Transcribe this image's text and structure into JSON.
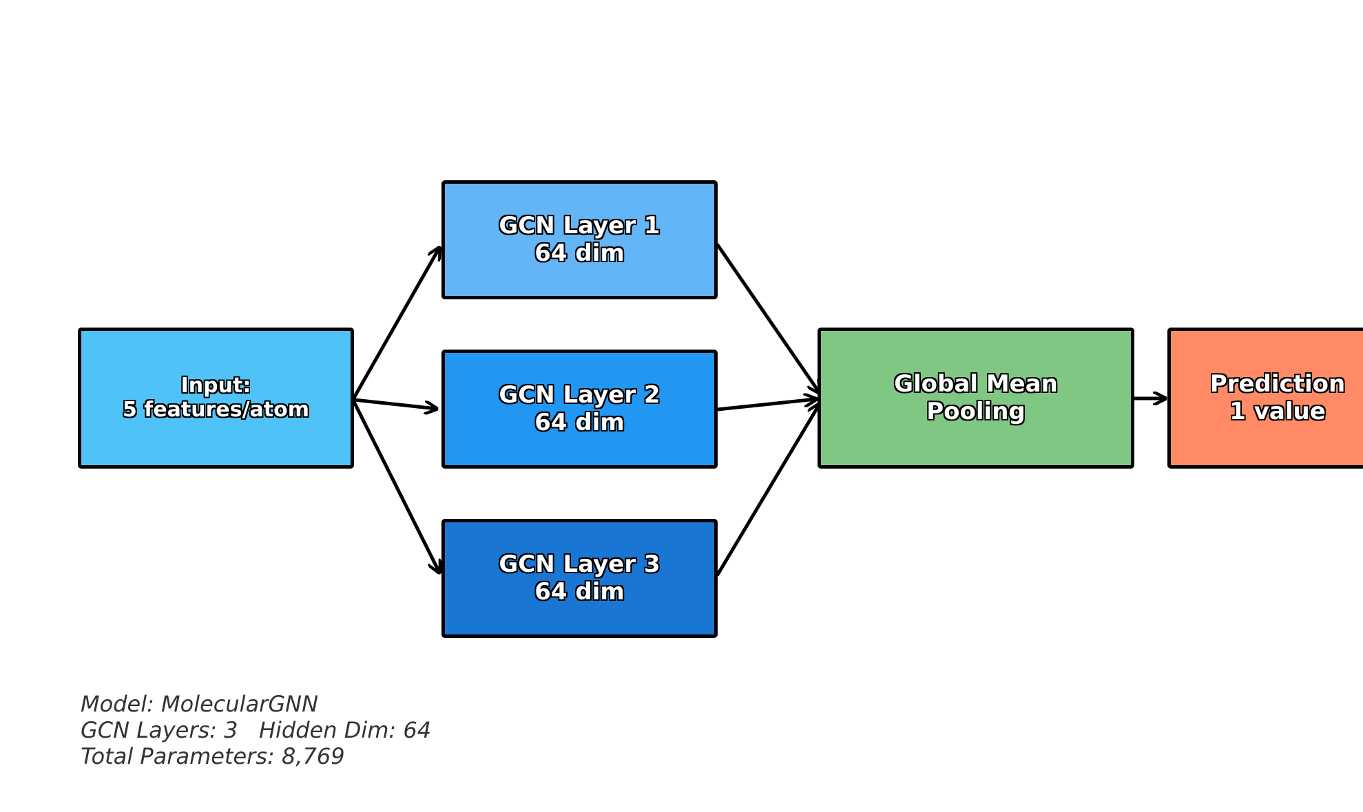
{
  "diagram": {
    "nodes": {
      "input": {
        "line1": "Input:",
        "line2": "5 features/atom",
        "color": "#4FC3F7"
      },
      "gcn1": {
        "line1": "GCN Layer 1",
        "line2": "64 dim",
        "color": "#64B5F6"
      },
      "gcn2": {
        "line1": "GCN Layer 2",
        "line2": "64 dim",
        "color": "#2196F3"
      },
      "gcn3": {
        "line1": "GCN Layer 3",
        "line2": "64 dim",
        "color": "#1976D2"
      },
      "pool": {
        "line1": "Global Mean",
        "line2": "Pooling",
        "color": "#81C784"
      },
      "pred": {
        "line1": "Prediction",
        "line2": "1 value",
        "color": "#FF8A65"
      }
    },
    "edges": [
      {
        "from": "input",
        "to": "gcn1"
      },
      {
        "from": "input",
        "to": "gcn2"
      },
      {
        "from": "input",
        "to": "gcn3"
      },
      {
        "from": "gcn1",
        "to": "pool"
      },
      {
        "from": "gcn2",
        "to": "pool"
      },
      {
        "from": "gcn3",
        "to": "pool"
      },
      {
        "from": "pool",
        "to": "pred"
      }
    ]
  },
  "info": {
    "model": "Model: MolecularGNN",
    "layers": "GCN Layers: 3   Hidden Dim: 64",
    "params": "Total Parameters: 8,769"
  }
}
